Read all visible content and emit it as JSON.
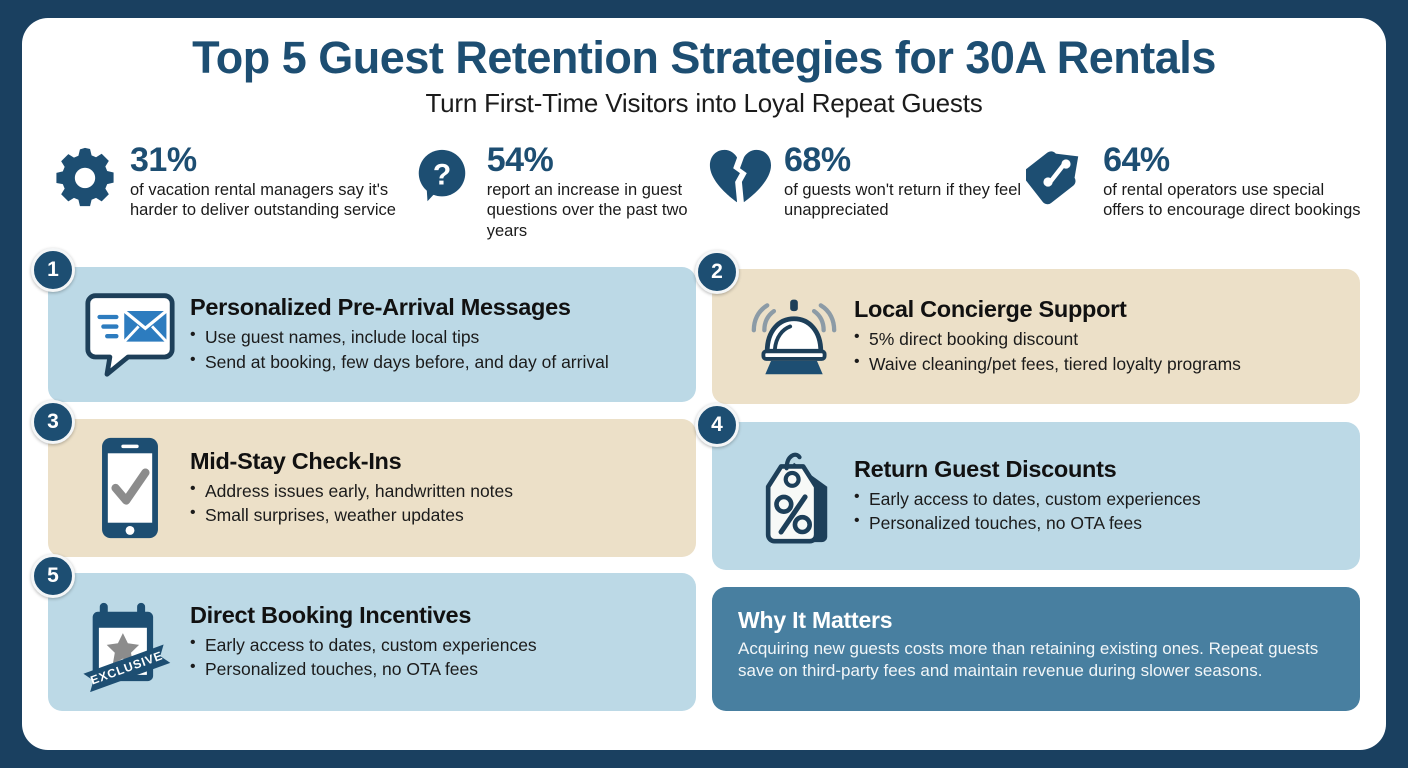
{
  "header": {
    "title": "Top 5 Guest Retention Strategies for 30A Rentals",
    "subtitle": "Turn First-Time Visitors into Loyal Repeat Guests"
  },
  "colors": {
    "frame": "#1a4060",
    "panel": "#ffffff",
    "navy": "#1d4e72",
    "card_blue": "#bcd9e6",
    "card_beige": "#ece0c8",
    "why_blue": "#487fa0",
    "accent_blue": "#2d7cbf",
    "gray": "#8c8c8c"
  },
  "stats": [
    {
      "icon": "gear-icon",
      "value": "31%",
      "description": "of vacation rental managers say it's harder to deliver outstanding service"
    },
    {
      "icon": "question-bubble-icon",
      "value": "54%",
      "description": "report an increase in guest questions over the past two years"
    },
    {
      "icon": "broken-heart-icon",
      "value": "68%",
      "description": "of guests won't return if they feel unappreciated"
    },
    {
      "icon": "price-tag-percent-icon",
      "value": "64%",
      "description": "of rental operators use special offers to encourage direct bookings"
    }
  ],
  "strategies": [
    {
      "number": "1",
      "icon": "message-bubble-envelope-icon",
      "title": "Personalized Pre-Arrival Messages",
      "bullets": [
        "Use guest names, include local tips",
        "Send at booking, few days before, and day of arrival"
      ],
      "theme": "blue"
    },
    {
      "number": "2",
      "icon": "concierge-bell-icon",
      "title": "Local Concierge Support",
      "bullets": [
        "5% direct booking discount",
        "Waive cleaning/pet fees, tiered loyalty programs"
      ],
      "theme": "beige"
    },
    {
      "number": "3",
      "icon": "smartphone-check-icon",
      "title": "Mid-Stay Check-Ins",
      "bullets": [
        "Address issues early, handwritten notes",
        "Small surprises, weather updates"
      ],
      "theme": "beige"
    },
    {
      "number": "4",
      "icon": "discount-tag-icon",
      "title": "Return Guest Discounts",
      "bullets": [
        "Early access to dates, custom experiences",
        "Personalized touches, no OTA fees"
      ],
      "theme": "blue"
    },
    {
      "number": "5",
      "icon": "calendar-star-exclusive-icon",
      "title": "Direct Booking Incentives",
      "bullets": [
        "Early access to dates, custom experiences",
        "Personalized touches, no OTA fees"
      ],
      "theme": "blue",
      "ribbon_label": "EXCLUSIVE"
    }
  ],
  "why_it_matters": {
    "title": "Why It Matters",
    "body": "Acquiring new guests costs more than retaining existing ones. Repeat guests save on third-party fees and maintain revenue during slower seasons."
  }
}
